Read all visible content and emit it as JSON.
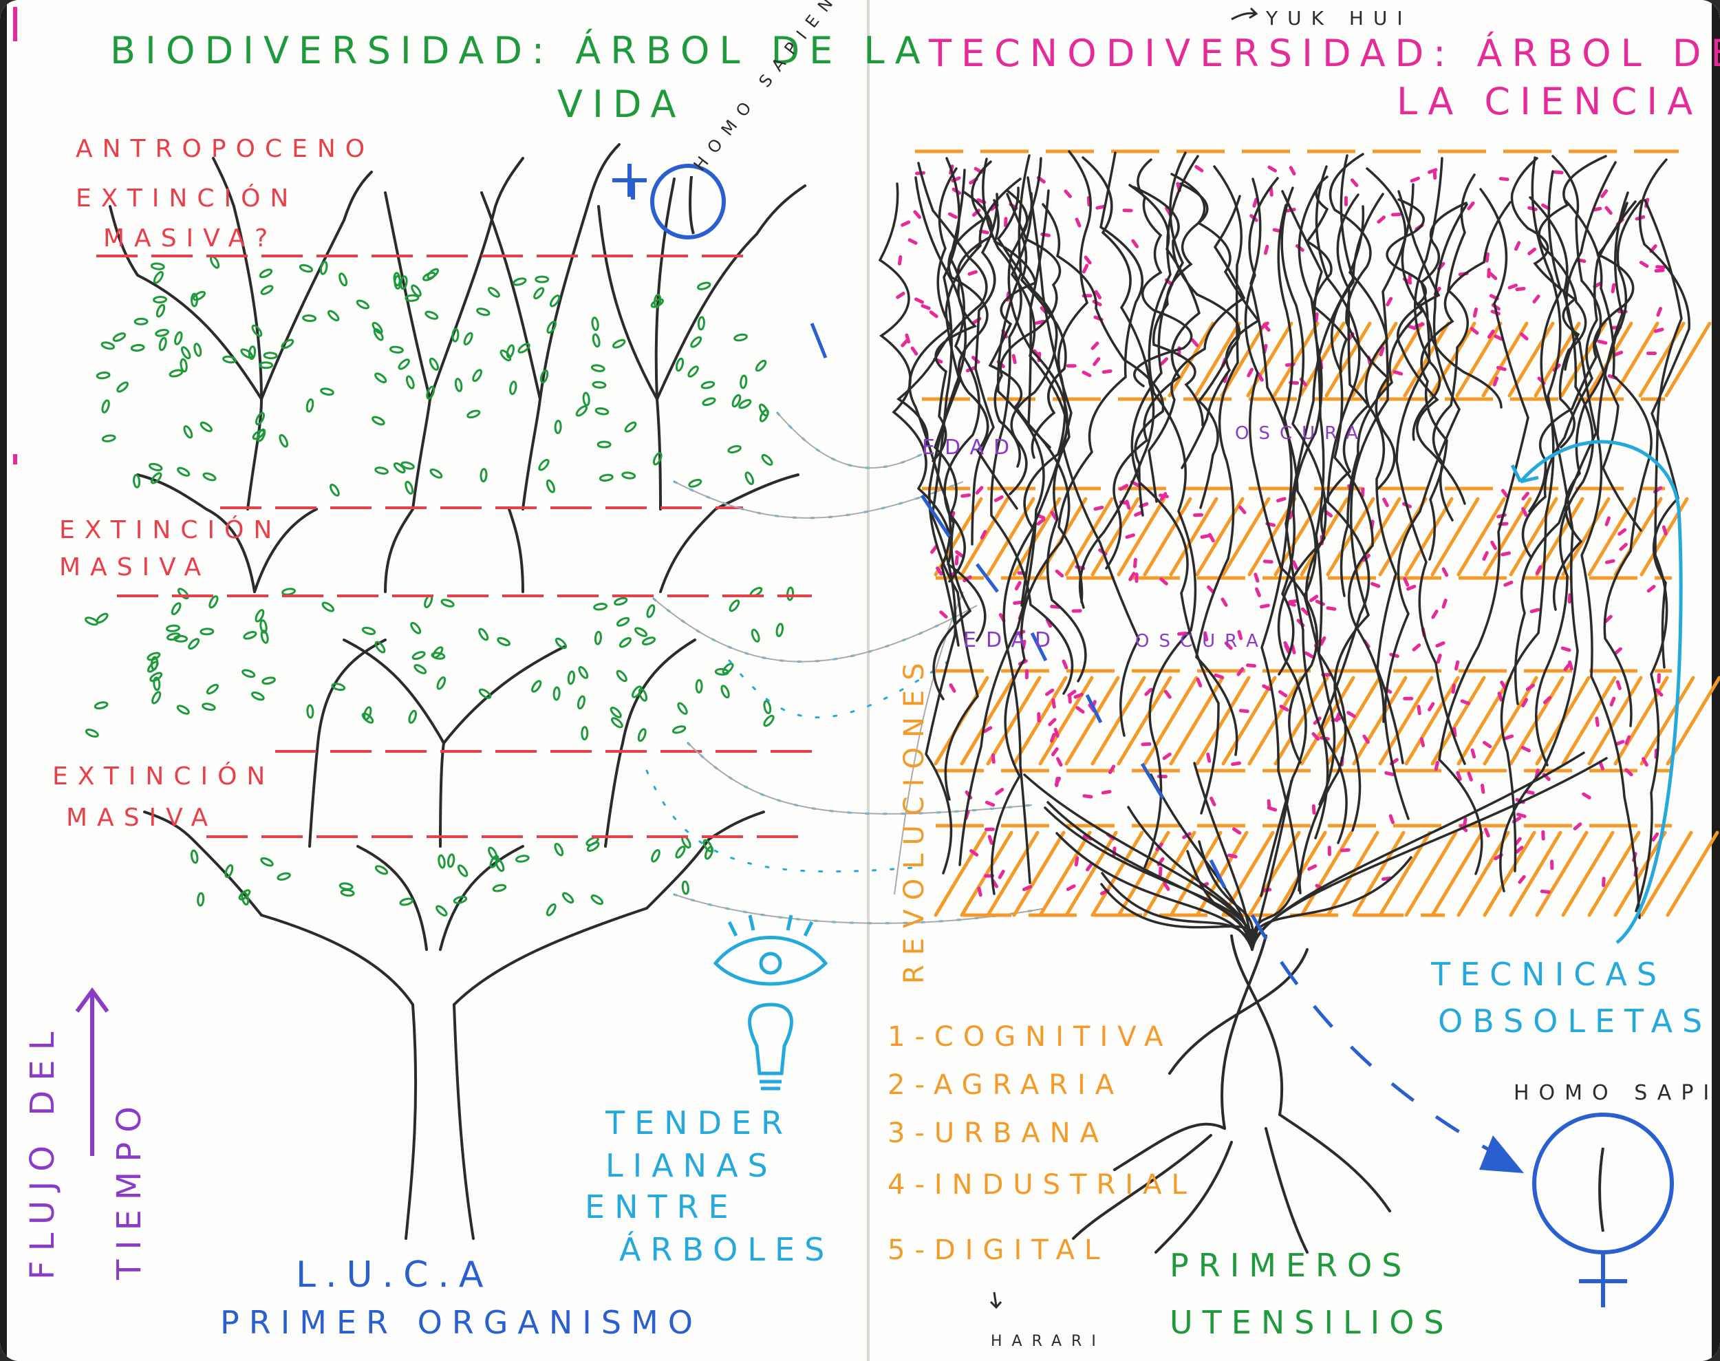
{
  "left_page": {
    "title_line1": "BIODIVERSIDAD: ÁRBOL DE LA",
    "title_line2": "VIDA",
    "anthropocene": [
      "ANTROPOCENO",
      "EXTINCIÓN",
      "MASIVA?"
    ],
    "extinction_1": [
      "EXTINCIÓN",
      "MASIVA"
    ],
    "extinction_2": [
      "EXTINCIÓN",
      "MASIVA"
    ],
    "homo_sapiens": "HOMO SAPIENS",
    "time_flow": [
      "FLUJO DEL",
      "TIEMPO"
    ],
    "luca": "L.U.C.A",
    "first_organism": "PRIMER ORGANISMO",
    "lianas": [
      "TENDER",
      "LIANAS",
      "ENTRE",
      "ÁRBOLES"
    ]
  },
  "right_page": {
    "title_line1": "TECNODIVERSIDAD: ÁRBOL DE",
    "title_line2": "LA CIENCIA",
    "author_note": "YUK HUI",
    "dark_age_1": [
      "EDAD",
      "OSCURA"
    ],
    "dark_age_2": [
      "EDAD",
      "OSCURA"
    ],
    "revolutions_label": "REVOLUCIONES",
    "revolutions": [
      "1-COGNITIVA",
      "2-AGRARIA",
      "3-URBANA",
      "4-INDUSTRIAL",
      "5-DIGITAL"
    ],
    "harari_note": "HARARI",
    "first_tools": [
      "PRIMEROS",
      "UTENSILIOS"
    ],
    "obsolete": [
      "TECNICAS",
      "OBSOLETAS"
    ],
    "homo_sapiens": "HOMO SAPIENS"
  },
  "colors": {
    "green": "#1e9a3c",
    "red": "#e8404a",
    "magenta": "#e62a9a",
    "orange": "#f39a28",
    "purple": "#8a3cc8",
    "blue": "#2a5fd0",
    "cyan": "#25a9dd",
    "ink": "#2b2b2b"
  },
  "icons": [
    "eye-icon",
    "lightbulb-icon",
    "arrow-up-icon",
    "male-symbol-icon",
    "female-symbol-icon"
  ]
}
